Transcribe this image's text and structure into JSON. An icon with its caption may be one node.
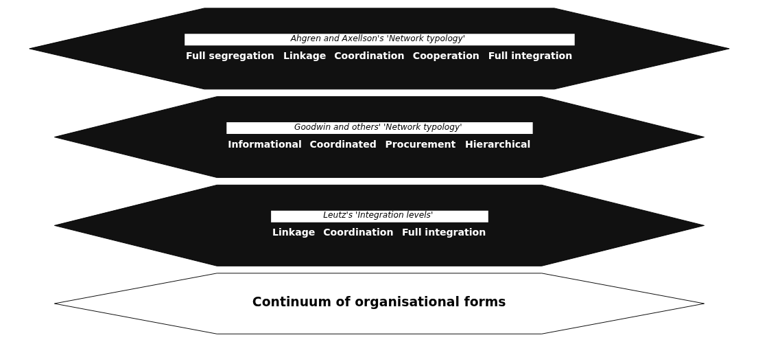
{
  "diagram": {
    "nodes": [
      {
        "text": [
          "Continuum of organisational forms"
        ]
      },
      {
        "text": [
          "Leutz's 'Integration levels'",
          "Linkage",
          "Coordination",
          "Full integration"
        ]
      },
      {
        "text": [
          "Goodwin and others' 'Network typology'",
          "Informational",
          "Coordinated",
          "Procurement",
          "Hierarchical"
        ]
      },
      {
        "text": [
          "Ahgren and Axellson's 'Network typology'",
          "Full segregation",
          "Linkage",
          "Coordination",
          "Cooperation",
          "Full integration"
        ]
      }
    ]
  }
}
